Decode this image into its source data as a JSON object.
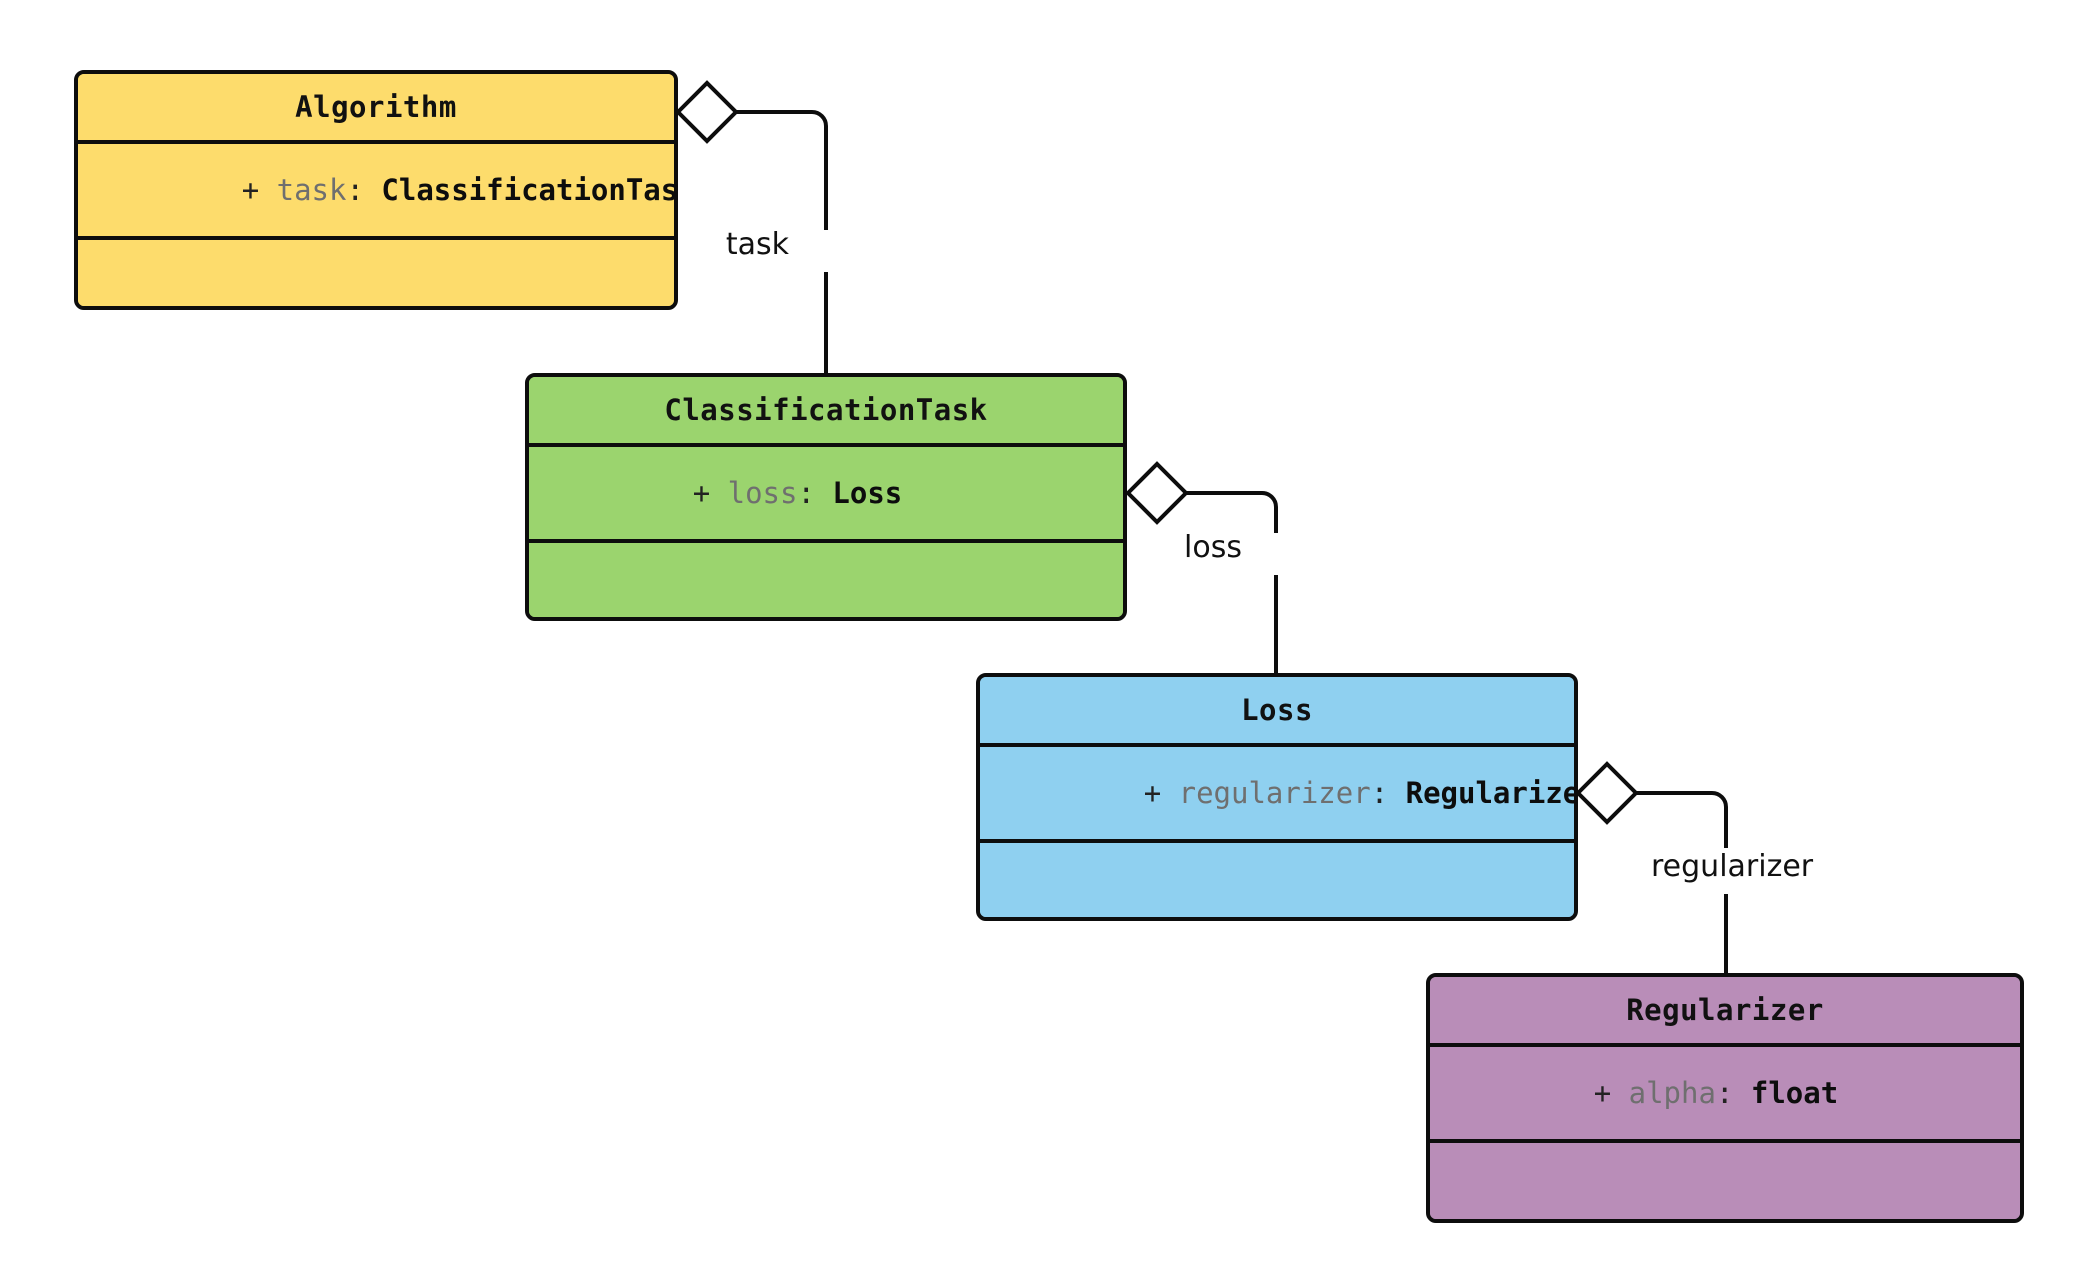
{
  "diagram": {
    "type": "uml-class-diagram",
    "title": "",
    "background": "#ffffff",
    "line_color": "#0d0d0d"
  },
  "classes": [
    {
      "id": "algorithm",
      "name": "Algorithm",
      "fill": "#FDDC6C",
      "attributes": [
        {
          "visibility": "+",
          "name": "task",
          "separator": ":",
          "type": "ClassificationTask"
        }
      ],
      "methods": []
    },
    {
      "id": "classification_task",
      "name": "ClassificationTask",
      "fill": "#9BD46E",
      "attributes": [
        {
          "visibility": "+",
          "name": "loss",
          "separator": ":",
          "type": "Loss"
        }
      ],
      "methods": []
    },
    {
      "id": "loss",
      "name": "Loss",
      "fill": "#8FD0F0",
      "attributes": [
        {
          "visibility": "+",
          "name": "regularizer",
          "separator": ":",
          "type": "Regularizer"
        }
      ],
      "methods": []
    },
    {
      "id": "regularizer",
      "name": "Regularizer",
      "fill": "#B98DB8",
      "attributes": [
        {
          "visibility": "+",
          "name": "alpha",
          "separator": ":",
          "type": "float"
        }
      ],
      "methods": []
    }
  ],
  "relations": [
    {
      "id": "rel-task",
      "kind": "aggregation",
      "from": "algorithm",
      "to": "classification_task",
      "label": "task"
    },
    {
      "id": "rel-loss",
      "kind": "aggregation",
      "from": "classification_task",
      "to": "loss",
      "label": "loss"
    },
    {
      "id": "rel-regularizer",
      "kind": "aggregation",
      "from": "loss",
      "to": "regularizer",
      "label": "regularizer"
    }
  ]
}
